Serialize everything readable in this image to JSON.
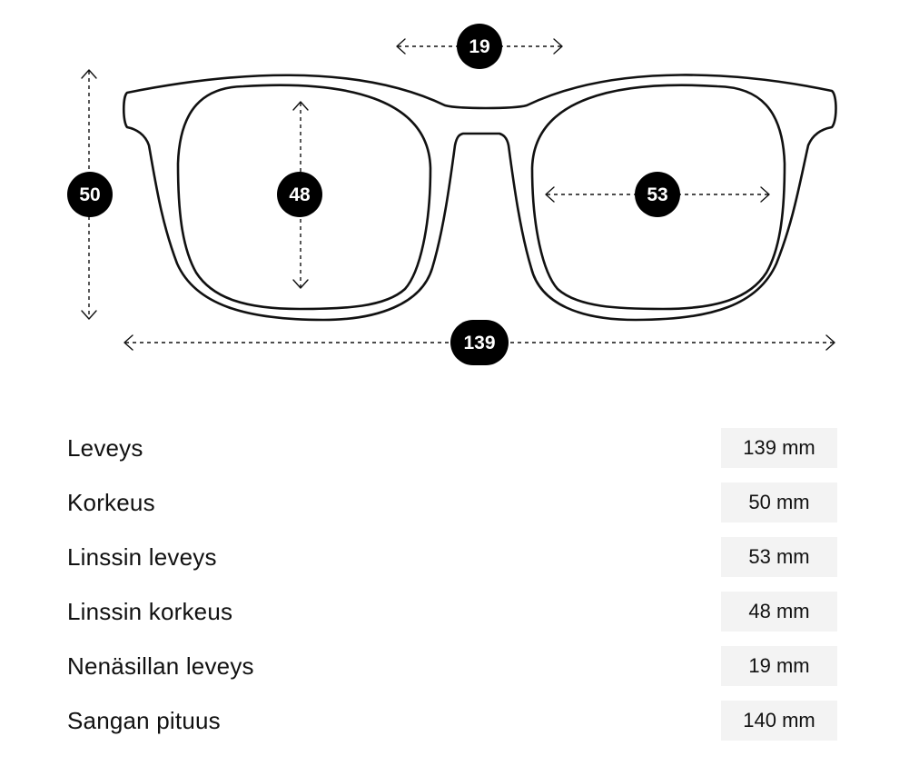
{
  "diagram": {
    "bridge_width": "19",
    "frame_height": "50",
    "lens_height": "48",
    "lens_width": "53",
    "total_width": "139"
  },
  "specs": [
    {
      "label": "Leveys",
      "value": "139 mm"
    },
    {
      "label": "Korkeus",
      "value": "50 mm"
    },
    {
      "label": "Linssin leveys",
      "value": "53 mm"
    },
    {
      "label": "Linssin korkeus",
      "value": "48 mm"
    },
    {
      "label": "Nenäsillan leveys",
      "value": "19 mm"
    },
    {
      "label": "Sangan pituus",
      "value": "140 mm"
    }
  ],
  "colors": {
    "stroke": "#111111",
    "badge": "#000000",
    "value_bg": "#f3f3f3"
  }
}
